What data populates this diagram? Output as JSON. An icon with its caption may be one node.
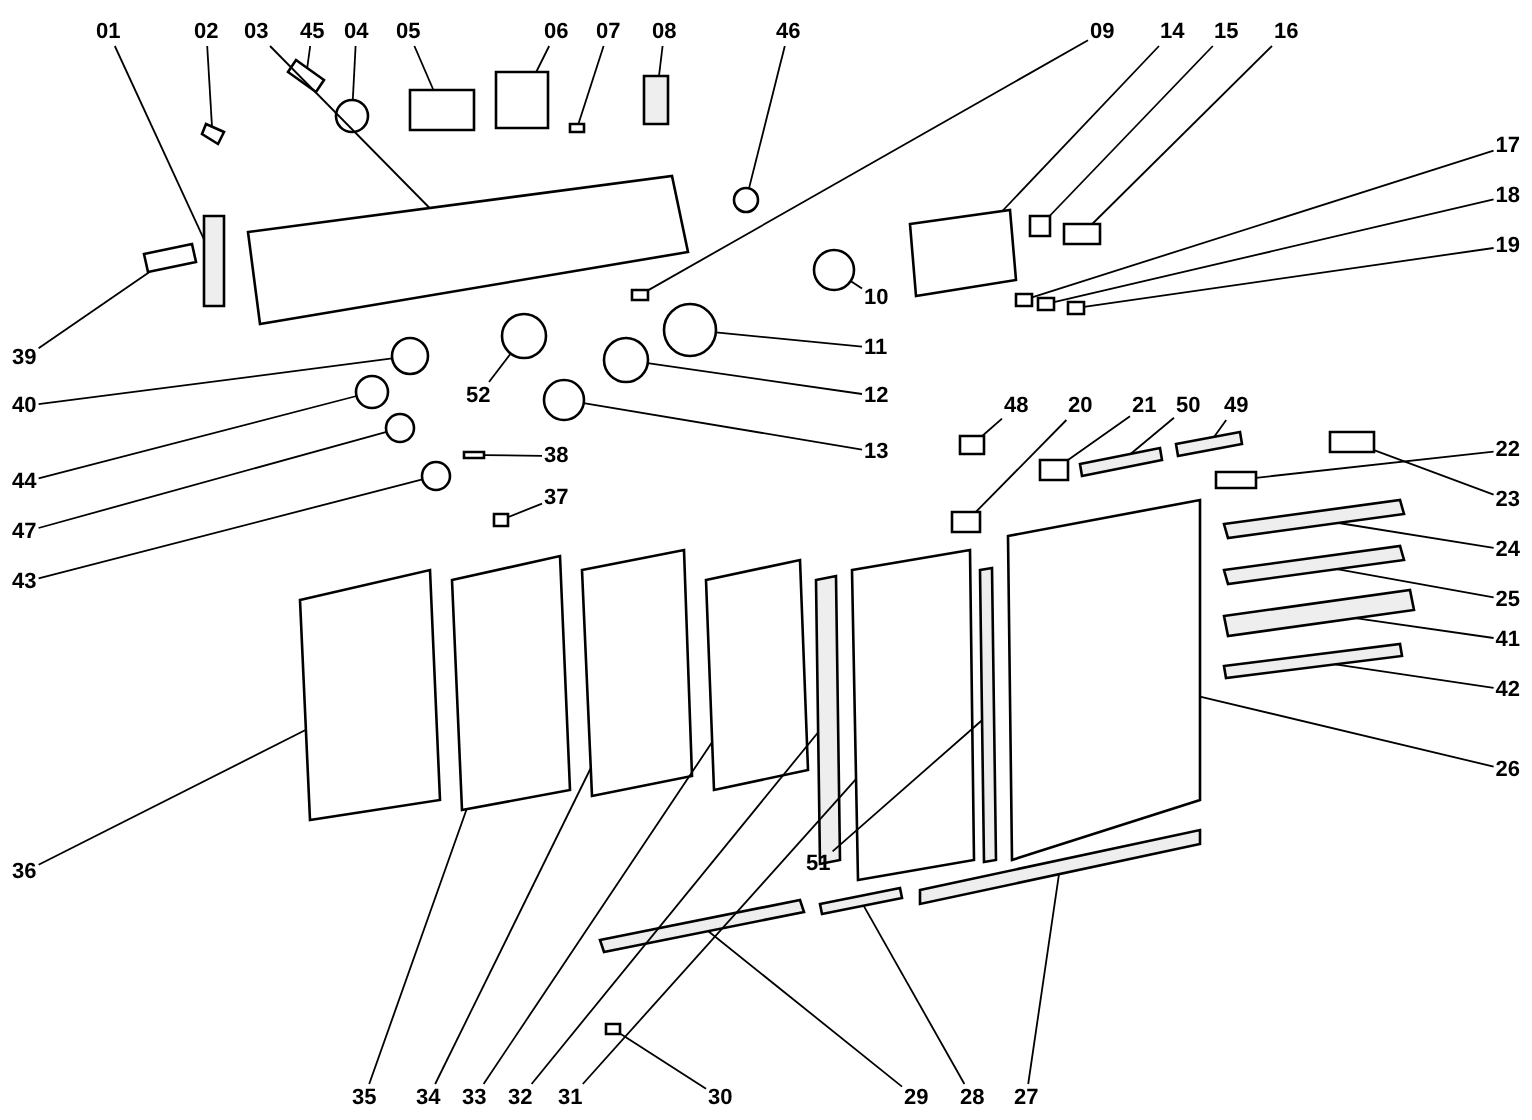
{
  "diagram": {
    "nodes": [
      {
        "text": [
          "01"
        ]
      },
      {
        "text": [
          "02"
        ]
      },
      {
        "text": [
          "03"
        ]
      },
      {
        "text": [
          "45"
        ]
      },
      {
        "text": [
          "04"
        ]
      },
      {
        "text": [
          "05"
        ]
      },
      {
        "text": [
          "06"
        ]
      },
      {
        "text": [
          "07"
        ]
      },
      {
        "text": [
          "08"
        ]
      },
      {
        "text": [
          "46"
        ]
      },
      {
        "text": [
          "09"
        ]
      },
      {
        "text": [
          "14"
        ]
      },
      {
        "text": [
          "15"
        ]
      },
      {
        "text": [
          "16"
        ]
      },
      {
        "text": [
          "17"
        ]
      },
      {
        "text": [
          "18"
        ]
      },
      {
        "text": [
          "19"
        ]
      },
      {
        "text": [
          "10"
        ]
      },
      {
        "text": [
          "11"
        ]
      },
      {
        "text": [
          "12"
        ]
      },
      {
        "text": [
          "13"
        ]
      },
      {
        "text": [
          "39"
        ]
      },
      {
        "text": [
          "40"
        ]
      },
      {
        "text": [
          "52"
        ]
      },
      {
        "text": [
          "44"
        ]
      },
      {
        "text": [
          "47"
        ]
      },
      {
        "text": [
          "43"
        ]
      },
      {
        "text": [
          "38"
        ]
      },
      {
        "text": [
          "37"
        ]
      },
      {
        "text": [
          "48"
        ]
      },
      {
        "text": [
          "20"
        ]
      },
      {
        "text": [
          "21"
        ]
      },
      {
        "text": [
          "50"
        ]
      },
      {
        "text": [
          "49"
        ]
      },
      {
        "text": [
          "22"
        ]
      },
      {
        "text": [
          "23"
        ]
      },
      {
        "text": [
          "24"
        ]
      },
      {
        "text": [
          "25"
        ]
      },
      {
        "text": [
          "41"
        ]
      },
      {
        "text": [
          "42"
        ]
      },
      {
        "text": [
          "26"
        ]
      },
      {
        "text": [
          "36"
        ]
      },
      {
        "text": [
          "51"
        ]
      },
      {
        "text": [
          "35"
        ]
      },
      {
        "text": [
          "34"
        ]
      },
      {
        "text": [
          "33"
        ]
      },
      {
        "text": [
          "32"
        ]
      },
      {
        "text": [
          "31"
        ]
      },
      {
        "text": [
          "30"
        ]
      },
      {
        "text": [
          "29"
        ]
      },
      {
        "text": [
          "28"
        ]
      },
      {
        "text": [
          "27"
        ]
      },
      {
        "text": [],
        "shape": "bar"
      },
      {
        "text": [],
        "shape": "box"
      },
      {
        "text": [],
        "shape": "box"
      },
      {
        "text": [],
        "shape": "box"
      },
      {
        "text": [],
        "shape": "circle"
      },
      {
        "text": [],
        "shape": "box"
      },
      {
        "text": [],
        "shape": "box"
      },
      {
        "text": [],
        "shape": "box"
      },
      {
        "text": [],
        "shape": "bar"
      },
      {
        "text": [],
        "shape": "circle"
      },
      {
        "text": [],
        "shape": "box"
      },
      {
        "text": [],
        "shape": "box"
      },
      {
        "text": [],
        "shape": "box"
      },
      {
        "text": [],
        "shape": "box"
      },
      {
        "text": [],
        "shape": "box"
      },
      {
        "text": [],
        "shape": "box"
      },
      {
        "text": [],
        "shape": "box"
      },
      {
        "text": [],
        "shape": "circle"
      },
      {
        "text": [],
        "shape": "circle"
      },
      {
        "text": [],
        "shape": "circle"
      },
      {
        "text": [],
        "shape": "circle"
      },
      {
        "text": [],
        "shape": "box"
      },
      {
        "text": [],
        "shape": "circle"
      },
      {
        "text": [],
        "shape": "circle"
      },
      {
        "text": [],
        "shape": "circle"
      },
      {
        "text": [],
        "shape": "circle"
      },
      {
        "text": [],
        "shape": "circle"
      },
      {
        "text": [],
        "shape": "box"
      },
      {
        "text": [],
        "shape": "box"
      },
      {
        "text": [],
        "shape": "box"
      },
      {
        "text": [],
        "shape": "box"
      },
      {
        "text": [],
        "shape": "box"
      },
      {
        "text": [],
        "shape": "bar"
      },
      {
        "text": [],
        "shape": "bar"
      },
      {
        "text": [],
        "shape": "box"
      },
      {
        "text": [],
        "shape": "box"
      },
      {
        "text": [],
        "shape": "bar"
      },
      {
        "text": [],
        "shape": "bar"
      },
      {
        "text": [],
        "shape": "bar"
      },
      {
        "text": [],
        "shape": "bar"
      },
      {
        "text": [],
        "shape": "box"
      },
      {
        "text": [],
        "shape": "box"
      },
      {
        "text": [],
        "shape": "bar"
      },
      {
        "text": [],
        "shape": "box"
      },
      {
        "text": [],
        "shape": "box"
      },
      {
        "text": [],
        "shape": "box"
      },
      {
        "text": [],
        "shape": "bar"
      },
      {
        "text": [],
        "shape": "box"
      },
      {
        "text": [],
        "shape": "box"
      },
      {
        "text": [],
        "shape": "bar"
      },
      {
        "text": [],
        "shape": "bar"
      },
      {
        "text": [],
        "shape": "bar"
      }
    ],
    "edges": [
      {
        "from": 0,
        "to": 52,
        "arrow": "none"
      },
      {
        "from": 1,
        "to": 53,
        "arrow": "none"
      },
      {
        "from": 2,
        "to": 54,
        "arrow": "none"
      },
      {
        "from": 3,
        "to": 55,
        "arrow": "none"
      },
      {
        "from": 4,
        "to": 56,
        "arrow": "none"
      },
      {
        "from": 5,
        "to": 57,
        "arrow": "none"
      },
      {
        "from": 6,
        "to": 58,
        "arrow": "none"
      },
      {
        "from": 7,
        "to": 59,
        "arrow": "none"
      },
      {
        "from": 8,
        "to": 60,
        "arrow": "none"
      },
      {
        "from": 9,
        "to": 61,
        "arrow": "none"
      },
      {
        "from": 10,
        "to": 62,
        "arrow": "none"
      },
      {
        "from": 11,
        "to": 63,
        "arrow": "none"
      },
      {
        "from": 12,
        "to": 64,
        "arrow": "none"
      },
      {
        "from": 13,
        "to": 65,
        "arrow": "none"
      },
      {
        "from": 14,
        "to": 66,
        "arrow": "none"
      },
      {
        "from": 15,
        "to": 67,
        "arrow": "none"
      },
      {
        "from": 16,
        "to": 68,
        "arrow": "none"
      },
      {
        "from": 17,
        "to": 69,
        "arrow": "none"
      },
      {
        "from": 18,
        "to": 70,
        "arrow": "none"
      },
      {
        "from": 19,
        "to": 71,
        "arrow": "none"
      },
      {
        "from": 20,
        "to": 72,
        "arrow": "none"
      },
      {
        "from": 21,
        "to": 73,
        "arrow": "none"
      },
      {
        "from": 22,
        "to": 74,
        "arrow": "none"
      },
      {
        "from": 23,
        "to": 75,
        "arrow": "none"
      },
      {
        "from": 24,
        "to": 76,
        "arrow": "none"
      },
      {
        "from": 25,
        "to": 77,
        "arrow": "none"
      },
      {
        "from": 26,
        "to": 78,
        "arrow": "none"
      },
      {
        "from": 27,
        "to": 79,
        "arrow": "none"
      },
      {
        "from": 28,
        "to": 80,
        "arrow": "none"
      },
      {
        "from": 29,
        "to": 81,
        "arrow": "none"
      },
      {
        "from": 30,
        "to": 82,
        "arrow": "none"
      },
      {
        "from": 31,
        "to": 83,
        "arrow": "none"
      },
      {
        "from": 32,
        "to": 84,
        "arrow": "none"
      },
      {
        "from": 33,
        "to": 85,
        "arrow": "none"
      },
      {
        "from": 34,
        "to": 86,
        "arrow": "none"
      },
      {
        "from": 35,
        "to": 87,
        "arrow": "none"
      },
      {
        "from": 36,
        "to": 88,
        "arrow": "none"
      },
      {
        "from": 37,
        "to": 89,
        "arrow": "none"
      },
      {
        "from": 38,
        "to": 90,
        "arrow": "none"
      },
      {
        "from": 39,
        "to": 91,
        "arrow": "none"
      },
      {
        "from": 40,
        "to": 92,
        "arrow": "none"
      },
      {
        "from": 41,
        "to": 93,
        "arrow": "none"
      },
      {
        "from": 42,
        "to": 94,
        "arrow": "none"
      },
      {
        "from": 43,
        "to": 95,
        "arrow": "none"
      },
      {
        "from": 44,
        "to": 96,
        "arrow": "none"
      },
      {
        "from": 45,
        "to": 97,
        "arrow": "none"
      },
      {
        "from": 46,
        "to": 98,
        "arrow": "none"
      },
      {
        "from": 47,
        "to": 99,
        "arrow": "none"
      },
      {
        "from": 48,
        "to": 100,
        "arrow": "none"
      },
      {
        "from": 49,
        "to": 101,
        "arrow": "none"
      },
      {
        "from": 50,
        "to": 102,
        "arrow": "none"
      },
      {
        "from": 51,
        "to": 103,
        "arrow": "none"
      }
    ]
  }
}
